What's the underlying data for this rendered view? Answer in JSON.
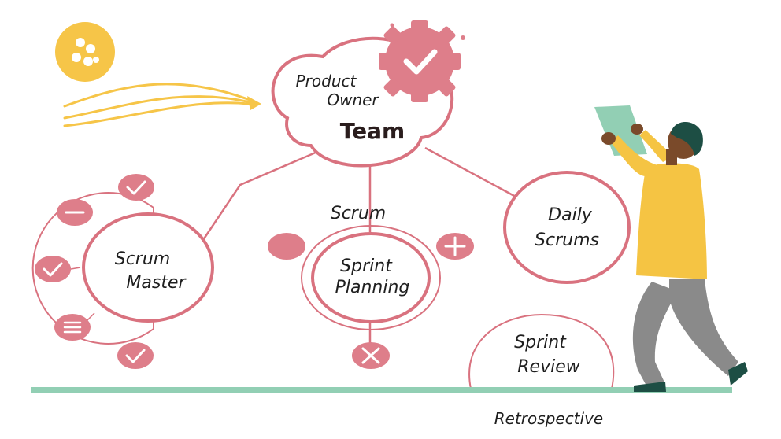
{
  "colors": {
    "pink": "#d9727f",
    "pink_fill": "#de7e8a",
    "yellow": "#f6c548",
    "green": "#92cfb4",
    "skin": "#7a4a2a",
    "shirt": "#f5c443",
    "pants": "#8a8a8a",
    "hair": "#1d4e44"
  },
  "icons": {
    "logo": "gears-icon",
    "top_gear": "gear-check-icon",
    "scrum_master_satellites": [
      "check-icon",
      "minus-icon",
      "check-icon",
      "list-icon",
      "check-icon"
    ],
    "sprint_planning_satellites": [
      "blank-icon",
      "plus-icon",
      "close-icon"
    ]
  },
  "nodes": {
    "team": {
      "line1": "Product",
      "line2": "Owner",
      "title": "Team"
    },
    "scrum_master": {
      "line1": "Scrum",
      "line2": "Master"
    },
    "scrum_label": "Scrum",
    "sprint_planning": {
      "line1": "Sprint",
      "line2": "Planning"
    },
    "daily_scrums": {
      "line1": "Daily",
      "line2": "Scrums"
    },
    "sprint_review": {
      "line1": "Sprint",
      "line2": "Review"
    },
    "retrospective": "Retrospective"
  }
}
